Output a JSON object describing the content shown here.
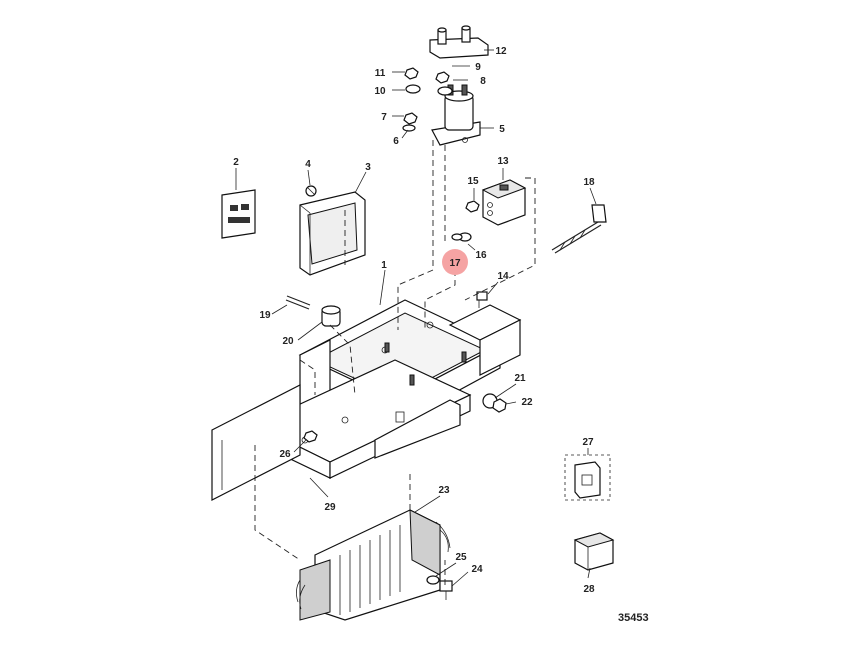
{
  "diagram_number": "35453",
  "highlight_color": "#f5a3a3",
  "highlighted_callout": "17",
  "callouts": [
    {
      "id": "1",
      "label": "1"
    },
    {
      "id": "2",
      "label": "2"
    },
    {
      "id": "3",
      "label": "3"
    },
    {
      "id": "4",
      "label": "4"
    },
    {
      "id": "5",
      "label": "5"
    },
    {
      "id": "6",
      "label": "6"
    },
    {
      "id": "7",
      "label": "7"
    },
    {
      "id": "8",
      "label": "8"
    },
    {
      "id": "9",
      "label": "9"
    },
    {
      "id": "10",
      "label": "10"
    },
    {
      "id": "11",
      "label": "11"
    },
    {
      "id": "12",
      "label": "12"
    },
    {
      "id": "13",
      "label": "13"
    },
    {
      "id": "14",
      "label": "14"
    },
    {
      "id": "15",
      "label": "15"
    },
    {
      "id": "16",
      "label": "16"
    },
    {
      "id": "17",
      "label": "17"
    },
    {
      "id": "18",
      "label": "18"
    },
    {
      "id": "19",
      "label": "19"
    },
    {
      "id": "20",
      "label": "20"
    },
    {
      "id": "21",
      "label": "21"
    },
    {
      "id": "22",
      "label": "22"
    },
    {
      "id": "23",
      "label": "23"
    },
    {
      "id": "24",
      "label": "24"
    },
    {
      "id": "25",
      "label": "25"
    },
    {
      "id": "26",
      "label": "26"
    },
    {
      "id": "27",
      "label": "27"
    },
    {
      "id": "28",
      "label": "28"
    },
    {
      "id": "29",
      "label": "29"
    }
  ]
}
